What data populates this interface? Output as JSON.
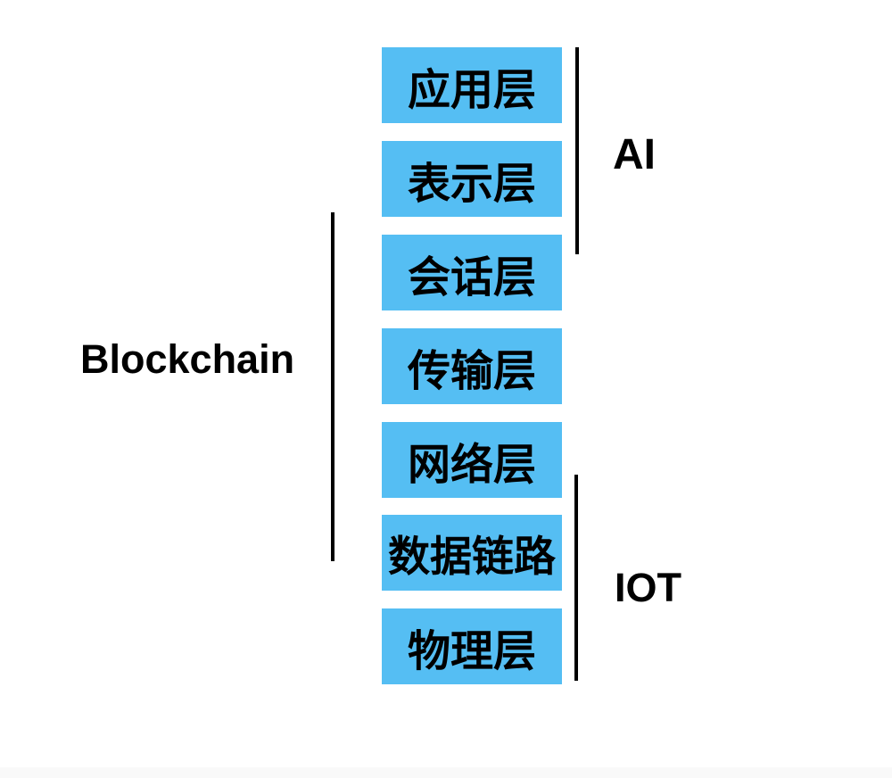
{
  "diagram": {
    "colors": {
      "background": "#ffffff",
      "box_fill": "#55bef3",
      "box_text": "#000000",
      "bracket_line": "#000000",
      "bottom_strip": "#f9f9f9"
    },
    "layers": [
      {
        "label": "应用层"
      },
      {
        "label": "表示层"
      },
      {
        "label": "会话层"
      },
      {
        "label": "传输层"
      },
      {
        "label": "网络层"
      },
      {
        "label": "数据链路"
      },
      {
        "label": "物理层"
      }
    ],
    "brackets": [
      {
        "label": "AI",
        "side": "right",
        "covers_layers": [
          "应用层",
          "表示层"
        ]
      },
      {
        "label": "Blockchain",
        "side": "left",
        "covers_layers": [
          "会话层",
          "传输层",
          "网络层",
          "数据链路"
        ]
      },
      {
        "label": "IOT",
        "side": "right",
        "covers_layers": [
          "网络层",
          "数据链路",
          "物理层"
        ]
      }
    ]
  }
}
